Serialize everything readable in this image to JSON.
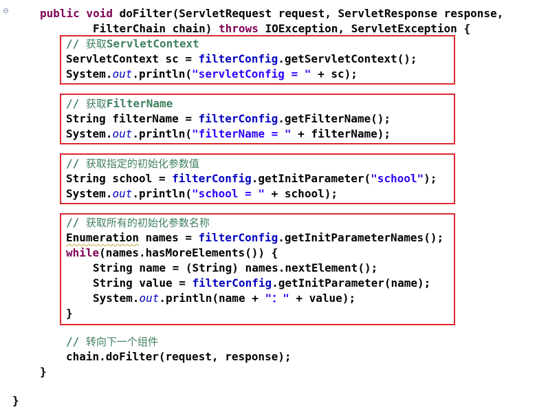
{
  "editor": {
    "gutter_icon": "fold-collapse-icon",
    "signature": {
      "kw1": "public void",
      "name_params": " doFilter(ServletRequest request, ServletResponse response,",
      "indent2": "        ",
      "params2": "FilterChain chain) ",
      "kw_throws": "throws",
      "exceptions": " IOException, ServletException {"
    },
    "block_context": {
      "comment_prefix": "// ",
      "comment_cjk": "获取",
      "comment_rest": "ServletContext",
      "l2_a": "ServletContext sc = ",
      "l2_field": "filterConfig",
      "l2_b": ".getServletContext();",
      "l3_a": "System.",
      "l3_out": "out",
      "l3_b": ".println(",
      "l3_str": "\"servletConfig = \"",
      "l3_c": " + sc);"
    },
    "block_name": {
      "comment_prefix": "// ",
      "comment_cjk": "获取",
      "comment_rest": "FilterName",
      "l2_a": "String filterName = ",
      "l2_field": "filterConfig",
      "l2_b": ".getFilterName();",
      "l3_a": "System.",
      "l3_out": "out",
      "l3_b": ".println(",
      "l3_str": "\"filterName = \"",
      "l3_c": " + filterName);"
    },
    "block_param": {
      "comment_prefix": "// ",
      "comment_cjk": "获取指定的初始化参数值",
      "l2_a": "String school = ",
      "l2_field": "filterConfig",
      "l2_b": ".getInitParameter(",
      "l2_str": "\"school\"",
      "l2_c": ");",
      "l3_a": "System.",
      "l3_out": "out",
      "l3_b": ".println(",
      "l3_str": "\"school = \"",
      "l3_c": " + school);"
    },
    "block_all": {
      "comment_prefix": "// ",
      "comment_cjk": "获取所有的初始化参数名称",
      "l2_type": "Enumeration",
      "l2_a": " names = ",
      "l2_field": "filterConfig",
      "l2_b": ".getInitParameterNames();",
      "l3_kw": "while",
      "l3_a": "(names.hasMoreElements()) {",
      "l4": "String name = (String) names.nextElement();",
      "l5_a": "String value = ",
      "l5_field": "filterConfig",
      "l5_b": ".getInitParameter(name);",
      "l6_a": "System.",
      "l6_out": "out",
      "l6_b": ".println(name + ",
      "l6_str": "\"：\"",
      "l6_c": " + value);",
      "l7": "}"
    },
    "tail": {
      "comment_prefix": "// ",
      "comment_cjk": "转向下一个组件",
      "chain_call": "chain.doFilter(request, response);",
      "close_method": "}",
      "close_class": "}"
    },
    "highlight_color": "#e0262f"
  }
}
